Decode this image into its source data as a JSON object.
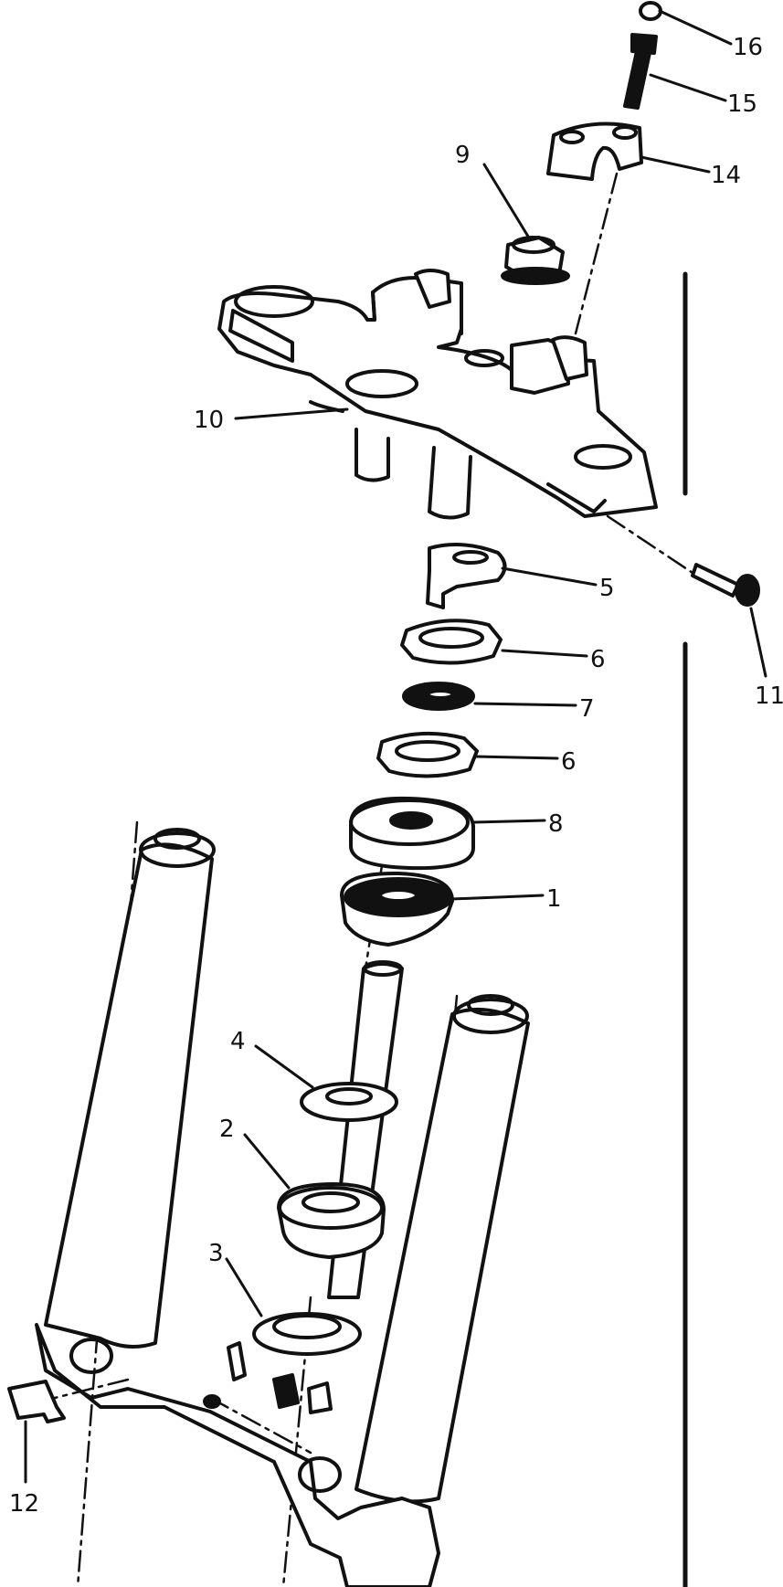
{
  "diagram": {
    "colors": {
      "ink": "#111111",
      "paper": "#ffffff"
    },
    "callouts": [
      {
        "id": "16",
        "text": "16"
      },
      {
        "id": "15",
        "text": "15"
      },
      {
        "id": "14",
        "text": "14"
      },
      {
        "id": "9",
        "text": "9"
      },
      {
        "id": "10",
        "text": "10"
      },
      {
        "id": "5",
        "text": "5"
      },
      {
        "id": "6a",
        "text": "6"
      },
      {
        "id": "7",
        "text": "7"
      },
      {
        "id": "6b",
        "text": "6"
      },
      {
        "id": "11",
        "text": "11"
      },
      {
        "id": "8",
        "text": "8"
      },
      {
        "id": "1",
        "text": "1"
      },
      {
        "id": "4",
        "text": "4"
      },
      {
        "id": "2",
        "text": "2"
      },
      {
        "id": "3",
        "text": "3"
      },
      {
        "id": "12",
        "text": "12"
      }
    ]
  }
}
